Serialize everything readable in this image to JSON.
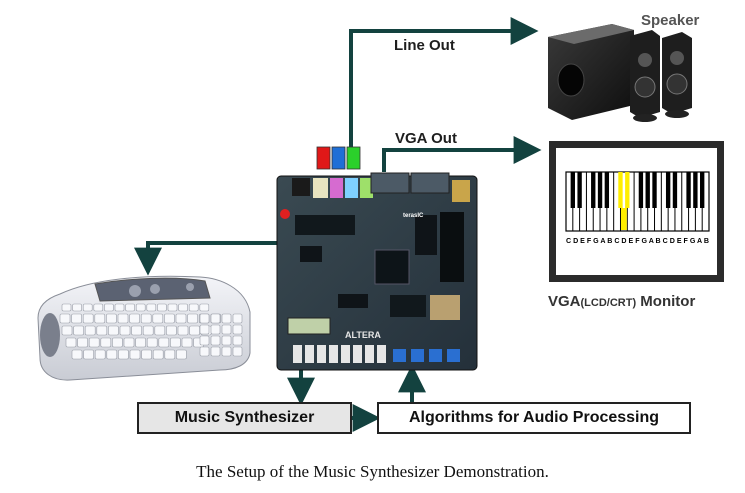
{
  "labels": {
    "line_out": "Line Out",
    "vga_out": "VGA Out",
    "speaker": "Speaker",
    "monitor_vga": "VGA",
    "monitor_sub": "(LCD/CRT)",
    "monitor_word": " Monitor",
    "board_brand": "ALTERA",
    "board_logo": "terasIC"
  },
  "boxes": {
    "music_synth": "Music Synthesizer",
    "algorithms": "Algorithms for Audio Processing"
  },
  "piano_keys_text": "C D E F G A B C D E F G A B C D E F G A B",
  "caption": "The Setup of the Music Synthesizer Demonstration.",
  "colors": {
    "connector": "#13423f",
    "box_fill_left": "#e6e6e6",
    "box_fill_right": "#ffffff",
    "highlight_key": "#ffee00",
    "jack_red": "#e01818",
    "jack_blue": "#1f6fd6",
    "jack_green": "#2bd02b"
  }
}
